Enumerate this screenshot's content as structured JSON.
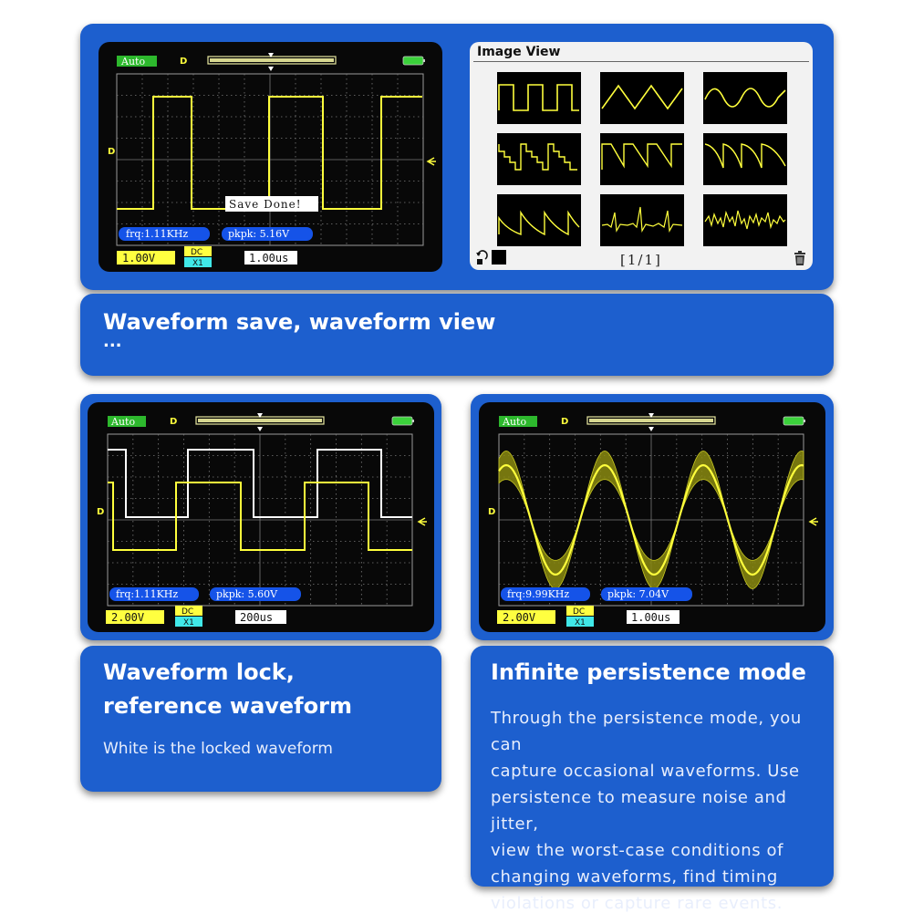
{
  "scope1": {
    "mode": "Auto",
    "trigger_marker": "D",
    "channel_marker": "D",
    "overlay": "Save Done!",
    "frequency": "frq:1.11KHz",
    "peak_to_peak": "pkpk: 5.16V",
    "volts_div": "1.00V",
    "coupling": "DC",
    "probe": "X1",
    "time_div": "1.00us"
  },
  "image_view": {
    "title": "Image View",
    "page": "[1/1]",
    "thumbnails": [
      "square",
      "triangle",
      "sine",
      "staircase",
      "sawtooth",
      "exp-decay",
      "ramp-decay",
      "spikes",
      "noise"
    ]
  },
  "caption1": {
    "title": "Waveform save, waveform view",
    "ellipsis": "..."
  },
  "scope2": {
    "mode": "Auto",
    "trigger_marker": "D",
    "channel_marker": "D",
    "frequency": "frq:1.11KHz",
    "peak_to_peak": "pkpk: 5.60V",
    "volts_div": "2.00V",
    "coupling": "DC",
    "probe": "X1",
    "time_div": "200us"
  },
  "scope3": {
    "mode": "Auto",
    "trigger_marker": "D",
    "channel_marker": "D",
    "frequency": "frq:9.99KHz",
    "peak_to_peak": "pkpk: 7.04V",
    "volts_div": "2.00V",
    "coupling": "DC",
    "probe": "X1",
    "time_div": "1.00us"
  },
  "caption2": {
    "title_line1": "Waveform lock,",
    "title_line2": "reference waveform",
    "subtitle": "White is the locked waveform"
  },
  "caption3": {
    "title": "Infinite persistence mode",
    "lines": [
      "Through the persistence mode, you can",
      "capture occasional waveforms. Use",
      "persistence to measure noise and jitter,",
      "view the worst-case conditions of",
      "changing waveforms, find timing",
      "violations or capture rare events."
    ]
  },
  "colors": {
    "panel_blue": "#1d5fce",
    "trace_yellow": "#ffff3c",
    "auto_green": "#2db82d",
    "readout_blue": "#1553e8",
    "volts_yellow": "#ffff40",
    "coupling_cyan": "#40e8e8",
    "battery_green": "#3bd13b"
  },
  "icons": [
    "battery-icon",
    "trigger-level-arrow-icon",
    "rotate-icon",
    "trash-icon"
  ]
}
